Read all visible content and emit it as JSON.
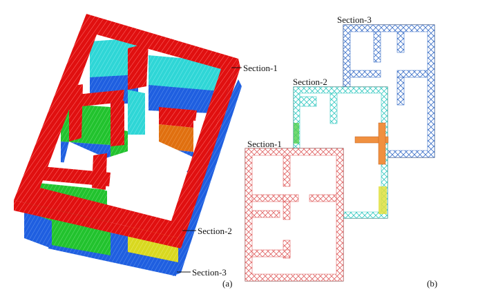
{
  "panel_a": {
    "label": "(a)",
    "section_labels": {
      "section1": "Section-1",
      "section2": "Section-2",
      "section3": "Section-3"
    },
    "layer_colors": {
      "top": "#e01010",
      "middle_cyan": "#2fd6d6",
      "middle_green": "#22c22e",
      "middle_orange": "#e07010",
      "middle_yellow": "#d8d820",
      "bottom": "#1f5fe0"
    }
  },
  "panel_b": {
    "label": "(b)",
    "section_labels": {
      "section1": "Section-1",
      "section2": "Section-2",
      "section3": "Section-3"
    },
    "path_colors": {
      "section1": "#e06060",
      "section2": "#30c8c0",
      "section3": "#3a6fc8",
      "accent_green": "#50d050",
      "accent_orange": "#f09040",
      "accent_yellow": "#e0e040"
    }
  }
}
